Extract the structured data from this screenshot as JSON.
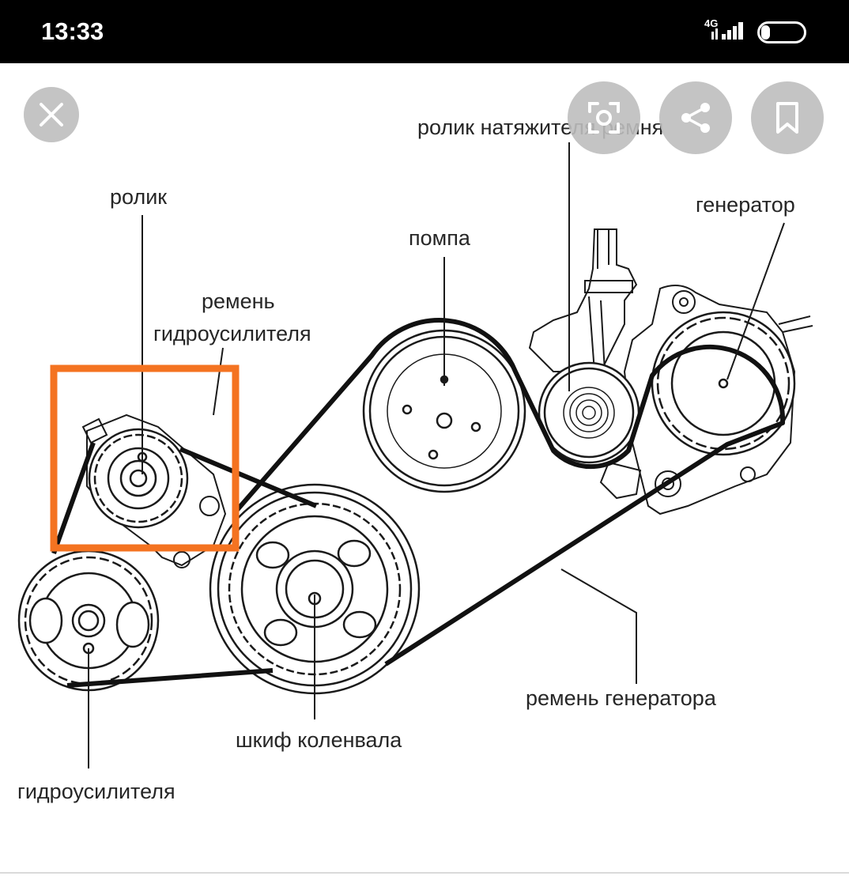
{
  "status_bar": {
    "time": "13:33",
    "network": "4G",
    "battery": "22",
    "battery_level": 0.22
  },
  "actions": {
    "close_icon": "close-icon",
    "lens_icon": "lens-icon",
    "share_icon": "share-icon",
    "bookmark_icon": "bookmark-icon"
  },
  "diagram": {
    "labels": {
      "tensioner": "ролик натяжителя ремня",
      "roller": "ролик",
      "alternator": "генератор",
      "pump": "помпа",
      "ps_belt_line1": "ремень",
      "ps_belt_line2": "гидроусилителя",
      "alt_belt": "ремень генератора",
      "crank": "шкиф коленвала",
      "ps_pump": "гидроусилителя"
    },
    "highlight_color": "#f47321"
  }
}
